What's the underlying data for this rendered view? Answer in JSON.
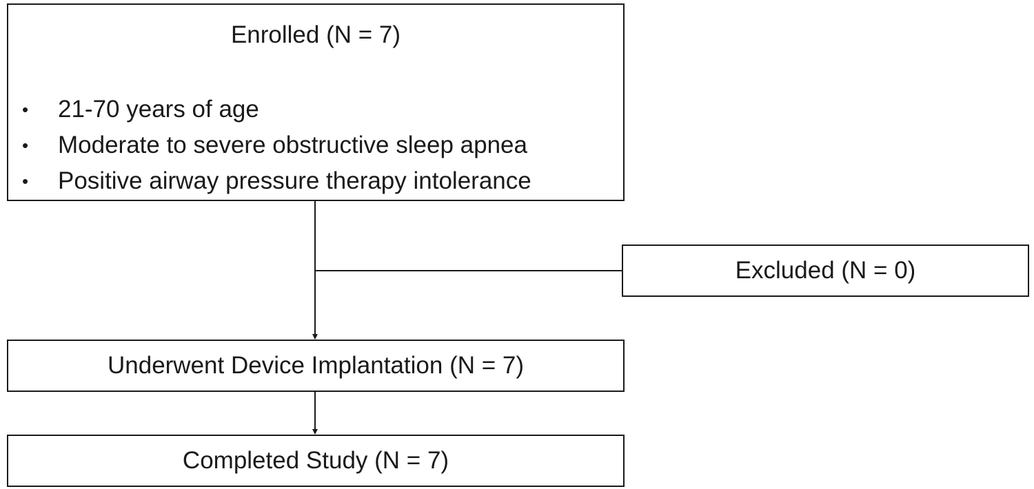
{
  "diagram": {
    "enrolled": {
      "title": "Enrolled (N = 7)",
      "criteria": [
        "21-70 years of age",
        "Moderate to severe obstructive sleep apnea",
        "Positive airway pressure therapy intolerance"
      ],
      "bullet": "•"
    },
    "excluded": {
      "title": "Excluded (N = 0)"
    },
    "implantation": {
      "title": "Underwent Device Implantation (N = 7)"
    },
    "completed": {
      "title": "Completed Study (N = 7)"
    },
    "colors": {
      "line": "#1a1a1a",
      "box_fill": "#ffffff"
    }
  }
}
